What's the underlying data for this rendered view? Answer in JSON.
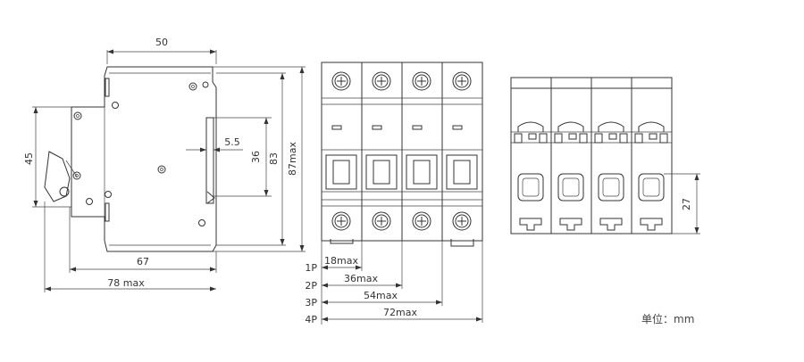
{
  "side_view": {
    "dim_width_top": "50",
    "dim_height_left": "45",
    "dim_slot_width": "5.5",
    "dim_slot_height": "36",
    "dim_height_83": "83",
    "dim_height_max": "87max",
    "dim_depth_67": "67",
    "dim_depth_max": "78 max"
  },
  "front_view": {
    "poles": [
      {
        "label": "1P",
        "width": "18max"
      },
      {
        "label": "2P",
        "width": "36max"
      },
      {
        "label": "3P",
        "width": "54max"
      },
      {
        "label": "4P",
        "width": "72max"
      }
    ]
  },
  "bottom_view": {
    "dim_terminal": "27"
  },
  "unit_label": "单位：mm"
}
